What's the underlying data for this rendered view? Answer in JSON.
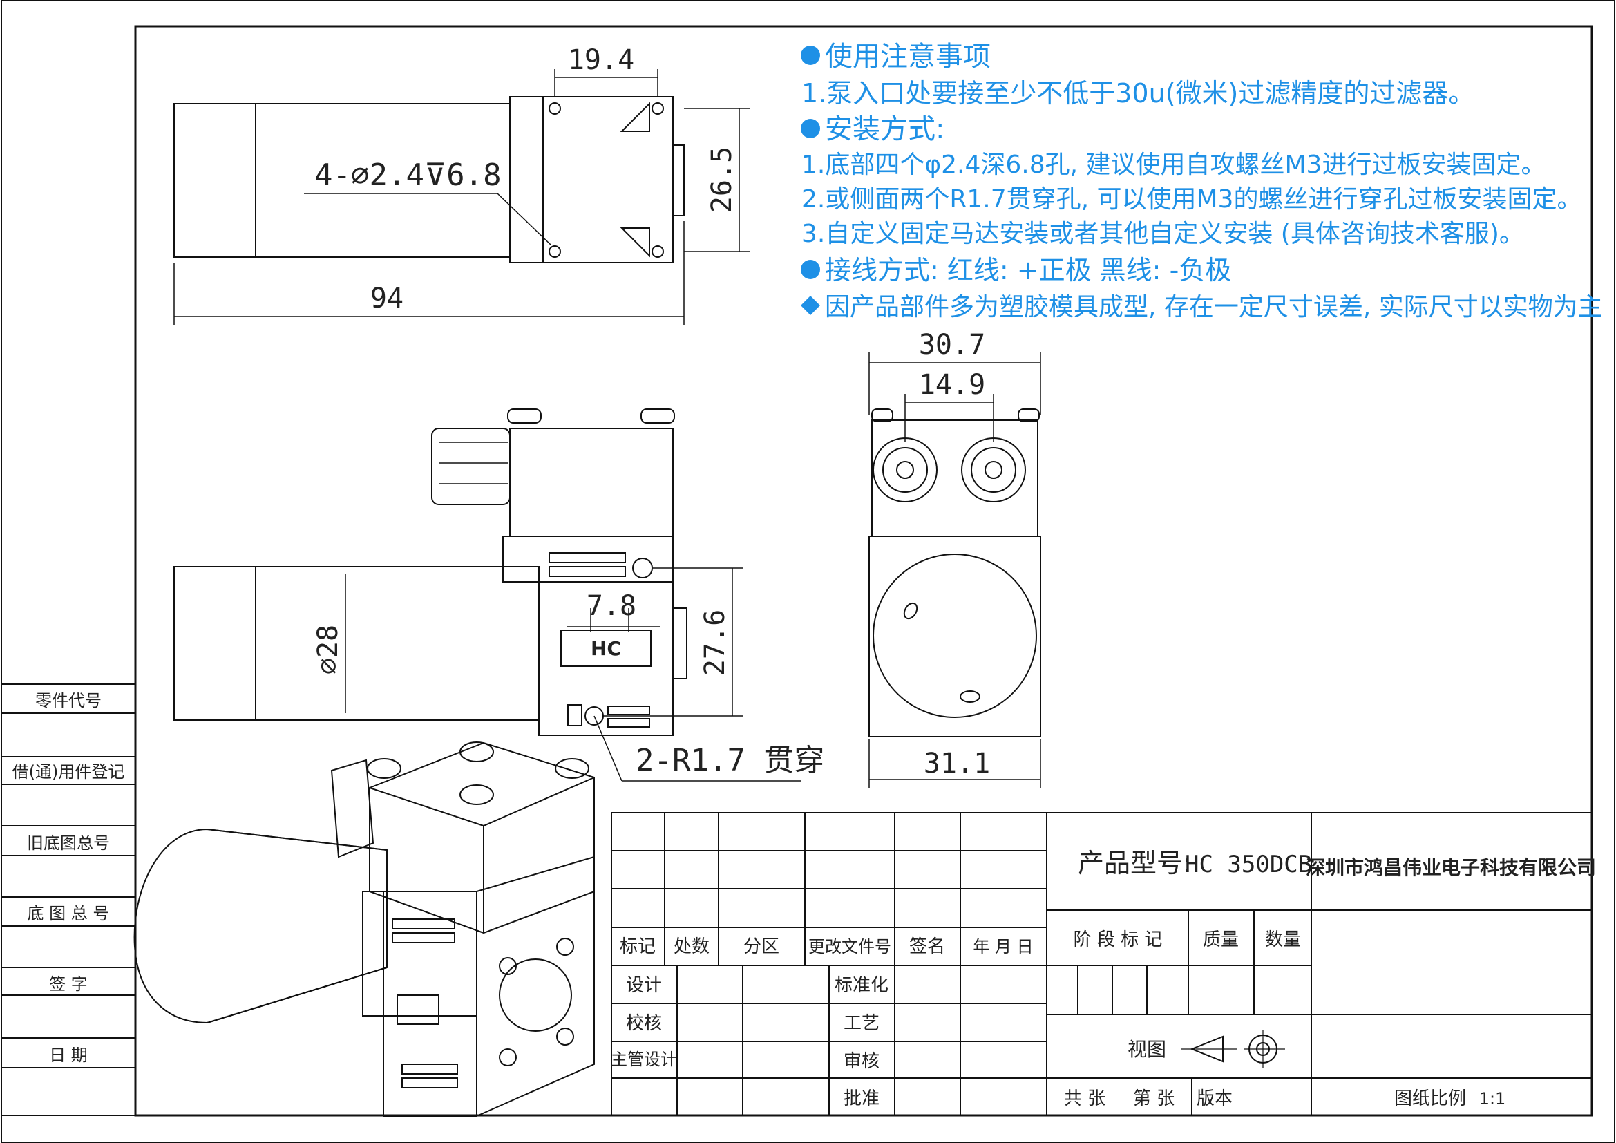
{
  "notes": {
    "usage_title": "使用注意事项",
    "usage_1": "1.泵入口处要接至少不低于30u(微米)过滤精度的过滤器。",
    "install_title": "安装方式:",
    "install_1": "1.底部四个φ2.4深6.8孔, 建议使用自攻螺丝M3进行过板安装固定。",
    "install_2": "2.或侧面两个R1.7贯穿孔, 可以使用M3的螺丝进行穿孔过板安装固定。",
    "install_3": "3.自定义固定马达安装或者其他自定义安装 (具体咨询技术客服)。",
    "wiring": "接线方式: 红线: +正极  黑线: -负极",
    "disclaimer": "因产品部件多为塑胶模具成型, 存在一定尺寸误差, 实际尺寸以实物为主"
  },
  "dimensions": {
    "top_width": "19.4",
    "hole_spec": "4-⌀2.4⊽6.8",
    "top_height": "26.5",
    "total_length": "94",
    "motor_dia": "⌀28",
    "slot_width": "7.8",
    "side_height": "27.6",
    "side_holes": "2-R1.7 贯穿",
    "end_width": "30.7",
    "port_spacing": "14.9",
    "end_bottom": "31.1"
  },
  "left_strip": {
    "labels": [
      "零件代号",
      "借(通)用件登记",
      "旧底图总号",
      "底 图 总 号",
      "签    字",
      "日    期"
    ]
  },
  "title_block": {
    "rev_headers": [
      "标记",
      "处数",
      "分区",
      "更改文件号",
      "签名",
      "年 月 日"
    ],
    "role_left": [
      "设计",
      "校核",
      "主管设计"
    ],
    "role_mid": [
      "标准化",
      "工艺",
      "审核",
      "批准"
    ],
    "product_label": "产品型号:",
    "product_model": "HC 350DCB",
    "company": "深圳市鸿昌伟业电子科技有限公司",
    "stage_label": "阶 段 标 记",
    "mass_label": "质量",
    "qty_label": "数量",
    "view_label": "视图",
    "sheets_total": "共  张",
    "sheet_no": "第  张",
    "version_label": "版本",
    "scale_label": "图纸比例",
    "scale_value": "1:1"
  },
  "logo_text": "HC"
}
